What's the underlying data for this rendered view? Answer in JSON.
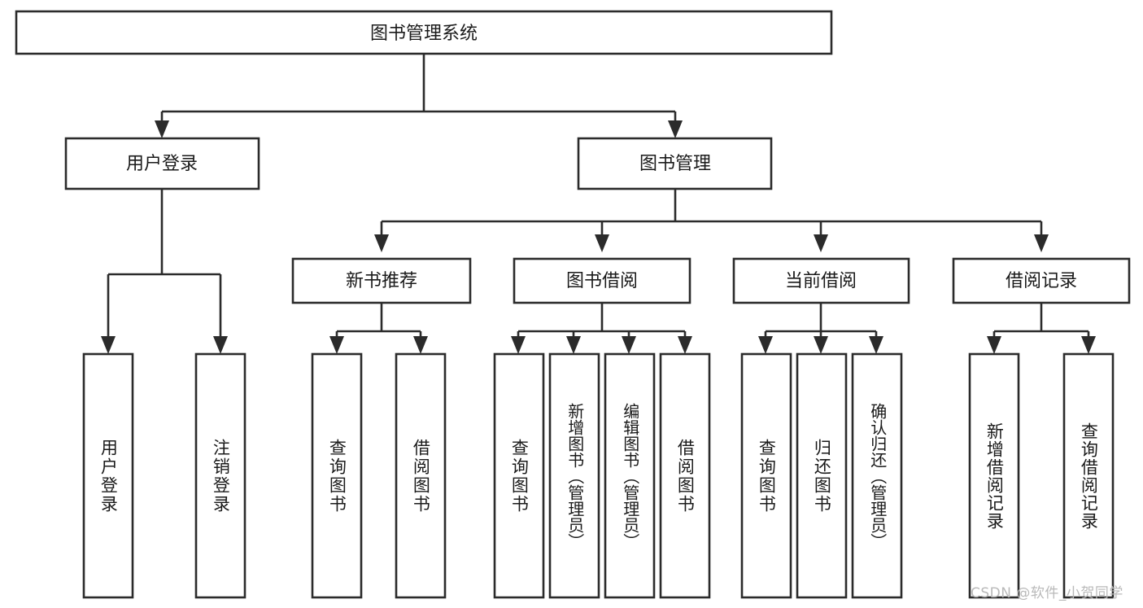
{
  "diagram": {
    "title": "图书管理系统",
    "type": "tree-hierarchy-flowchart",
    "colors": {
      "box_stroke": "#2b2b2b",
      "box_fill": "#ffffff",
      "text": "#1a1a1a",
      "background": "#ffffff",
      "watermark": "#b9b9b9"
    },
    "root": {
      "label": "图书管理系统"
    },
    "level1": [
      {
        "label": "用户登录"
      },
      {
        "label": "图书管理"
      }
    ],
    "level2": [
      {
        "label": "新书推荐"
      },
      {
        "label": "图书借阅"
      },
      {
        "label": "当前借阅"
      },
      {
        "label": "借阅记录"
      }
    ],
    "leaves": {
      "user_login": [
        {
          "label": "用户登录"
        },
        {
          "label": "注销登录"
        }
      ],
      "new_book_recommend": [
        {
          "label": "查询图书"
        },
        {
          "label": "借阅图书"
        }
      ],
      "book_borrow": [
        {
          "label": "查询图书"
        },
        {
          "label": "新增图书（管理员）"
        },
        {
          "label": "编辑图书（管理员）"
        },
        {
          "label": "借阅图书"
        }
      ],
      "current_borrow": [
        {
          "label": "查询图书"
        },
        {
          "label": "归还图书"
        },
        {
          "label": "确认归还（管理员）"
        }
      ],
      "borrow_record": [
        {
          "label": "新增借阅记录"
        },
        {
          "label": "查询借阅记录"
        }
      ]
    }
  },
  "watermark": {
    "text": "CSDN @软件_小贺同学"
  }
}
